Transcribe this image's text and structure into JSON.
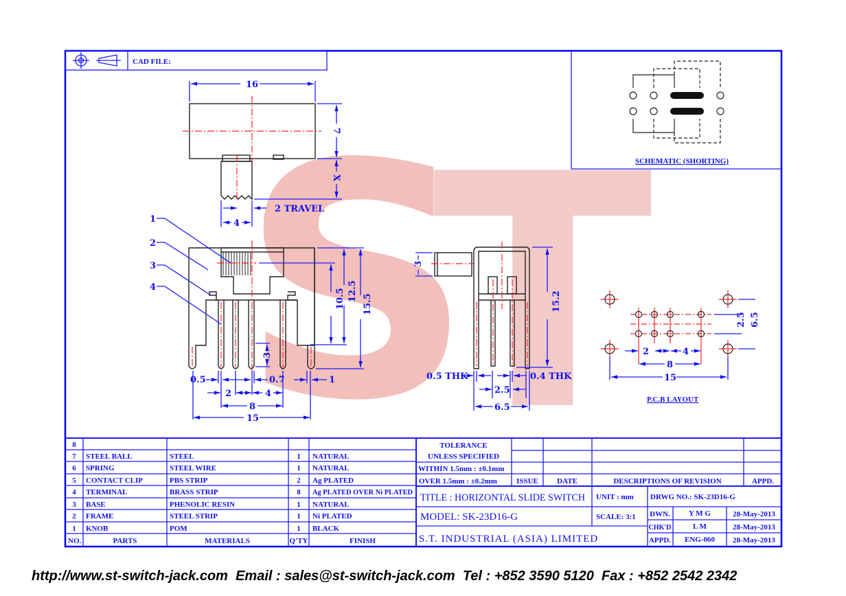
{
  "watermark": {
    "logo_text": "ST",
    "color": "#f0b2ac"
  },
  "header": {
    "cad_file_label": "CAD FILE:",
    "projection_symbol": "third-angle-projection-icon"
  },
  "top_view": {
    "width_dim": "16",
    "height_dim": "7",
    "knob_dim": "X",
    "knob_width_dim": "4",
    "travel_label": "2 TRAVEL"
  },
  "front_view": {
    "callouts": [
      "1",
      "2",
      "3",
      "4"
    ],
    "dims": {
      "h1": "10.5",
      "h2": "12.5",
      "h3": "15.5",
      "pin_len": "3",
      "pin_w": "0.5",
      "gap": "0.7",
      "leg_w": "1",
      "pitch1": "2",
      "pitch2": "4",
      "span1": "8",
      "span2": "15"
    }
  },
  "side_view": {
    "knob_dim": "3",
    "height": "15.2",
    "thk_left": "0.5 THK",
    "thk_right": "0.4 THK",
    "pitch": "2.5",
    "width": "6.5"
  },
  "schematic": {
    "title": "SCHEMATIC (SHORTING)"
  },
  "pcb": {
    "title": "P.C.B LAYOUT",
    "dims": {
      "p1": "2",
      "p2": "4",
      "p3": "8",
      "p4": "15",
      "v1": "2.5",
      "v2": "6.5"
    }
  },
  "parts_table": {
    "headers": {
      "no": "NO.",
      "parts": "PARTS",
      "materials": "MATERIALS",
      "qty": "Q'TY",
      "finish": "FINISH"
    },
    "rows": [
      {
        "no": "8",
        "part": "",
        "material": "",
        "qty": "",
        "finish": ""
      },
      {
        "no": "7",
        "part": "STEEL BALL",
        "material": "STEEL",
        "qty": "1",
        "finish": "NATURAL"
      },
      {
        "no": "6",
        "part": "SPRING",
        "material": "STEEL WIRE",
        "qty": "1",
        "finish": "NATURAL"
      },
      {
        "no": "5",
        "part": "CONTACT CLIP",
        "material": "PBS STRIP",
        "qty": "2",
        "finish": "Ag PLATED"
      },
      {
        "no": "4",
        "part": "TERMINAL",
        "material": "BRASS STRIP",
        "qty": "8",
        "finish": "Ag PLATED OVER Ni PLATED"
      },
      {
        "no": "3",
        "part": "BASE",
        "material": "PHENOLIC RESIN",
        "qty": "1",
        "finish": "NATURAL"
      },
      {
        "no": "2",
        "part": "FRAME",
        "material": "STEEL STRIP",
        "qty": "1",
        "finish": "Ni PLATED"
      },
      {
        "no": "1",
        "part": "KNOB",
        "material": "POM",
        "qty": "1",
        "finish": "BLACK"
      }
    ]
  },
  "title_block": {
    "tolerance_title": "TOLERANCE",
    "tolerance_sub": "UNLESS   SPECIFIED",
    "tol1": "WITHIN 1.5mm : ±0.1mm",
    "tol2": "OVER 1.5mm : ±0.2mm",
    "issue": "ISSUE",
    "date": "DATE",
    "descriptions": "DESCRIPTIONS OF REVISION",
    "appd": "APPD.",
    "title": "TITLE : HORIZONTAL SLIDE SWITCH",
    "unit": "UNIT :  mm",
    "drwg_no": "DRWG NO.: SK-23D16-G",
    "model": "MODEL: SK-23D16-G",
    "scale": "SCALE:  3:1",
    "company": "S.T. INDUSTRIAL (ASIA) LIMITED",
    "approvals": [
      {
        "role": "DWN.",
        "name": "Y M G",
        "date": "28-May-2013"
      },
      {
        "role": "CHK'D",
        "name": "L M",
        "date": "28-May-2013"
      },
      {
        "role": "APPD.",
        "name": "ENG-060",
        "date": "28-May-2013"
      }
    ]
  },
  "footer": {
    "text": "http://www.st-switch-jack.com  Email : sales@st-switch-jack.com  Tel : +852 3590 5120  Fax : +852 2542 2342"
  }
}
